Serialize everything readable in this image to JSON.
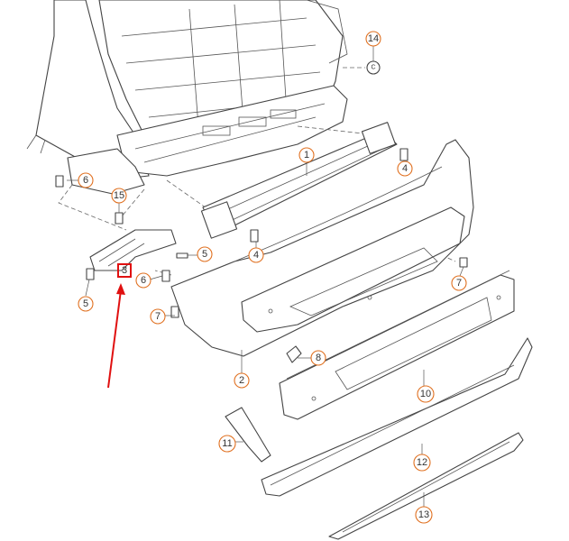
{
  "diagram": {
    "highlight_color": "#e01010",
    "callout_color": "#e07020",
    "callouts": [
      {
        "id": "c14",
        "label": "14"
      },
      {
        "id": "c1",
        "label": "1"
      },
      {
        "id": "c4a",
        "label": "4"
      },
      {
        "id": "c6a",
        "label": "6"
      },
      {
        "id": "c15",
        "label": "15"
      },
      {
        "id": "c5a",
        "label": "5"
      },
      {
        "id": "c4b",
        "label": "4"
      },
      {
        "id": "c7a",
        "label": "7"
      },
      {
        "id": "c6b",
        "label": "6"
      },
      {
        "id": "c5b",
        "label": "5"
      },
      {
        "id": "c7b",
        "label": "7"
      },
      {
        "id": "c8",
        "label": "8"
      },
      {
        "id": "c2",
        "label": "2"
      },
      {
        "id": "c10",
        "label": "10"
      },
      {
        "id": "c11",
        "label": "11"
      },
      {
        "id": "c12",
        "label": "12"
      },
      {
        "id": "c13",
        "label": "13"
      }
    ],
    "highlighted_part_label": "3",
    "clip_label": "C"
  }
}
